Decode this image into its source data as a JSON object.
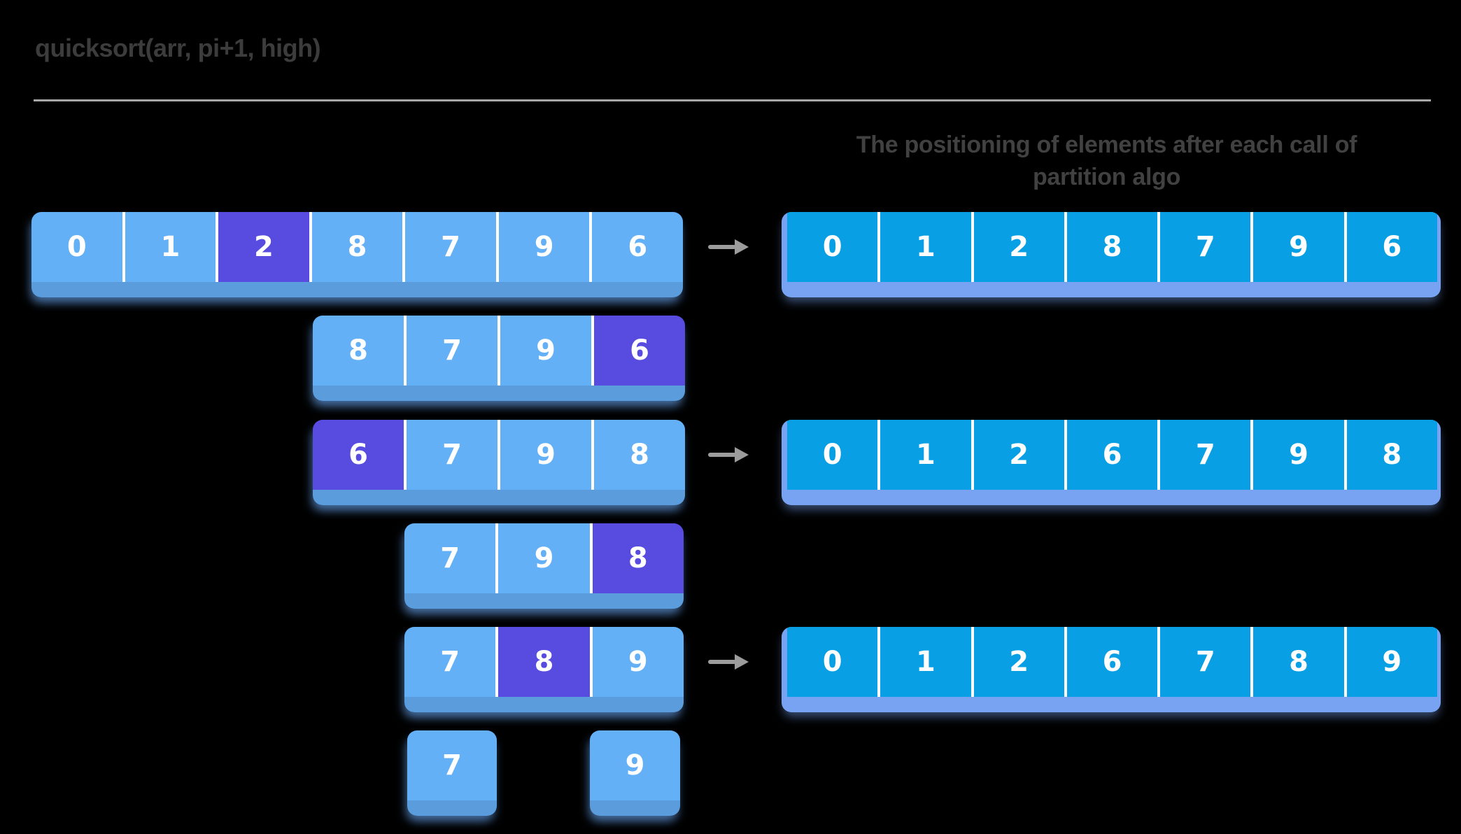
{
  "title": "quicksort(arr, pi+1, high)",
  "heading": {
    "line1": "The positioning of elements after each call of",
    "line2": "partition algo"
  },
  "icons": {
    "arrow_right": "→"
  },
  "colors": {
    "background": "#000000",
    "cell_light_blue": "#64b0f6",
    "pivot_purple": "#574be0",
    "result_cell_blue": "#089fe4",
    "left_bar_bottom_shadow": "#5b9cdc",
    "result_bar_bottom_shadow": "#78a3f2",
    "arrow_gray": "#9c9c9c",
    "divider_gray": "#a7a7a7",
    "text_dark_gray": "#3c3c3c",
    "cell_text_white": "#ffffff"
  },
  "rows": [
    {
      "left": {
        "values": [
          "0",
          "1",
          "2",
          "8",
          "7",
          "9",
          "6"
        ],
        "pivot_index": 2
      },
      "right": {
        "values": [
          "0",
          "1",
          "2",
          "8",
          "7",
          "9",
          "6"
        ]
      }
    },
    {
      "left": {
        "values": [
          "8",
          "7",
          "9",
          "6"
        ],
        "pivot_index": 3
      }
    },
    {
      "left": {
        "values": [
          "6",
          "7",
          "9",
          "8"
        ],
        "pivot_index": 0
      },
      "right": {
        "values": [
          "0",
          "1",
          "2",
          "6",
          "7",
          "9",
          "8"
        ]
      }
    },
    {
      "left": {
        "values": [
          "7",
          "9",
          "8"
        ],
        "pivot_index": 2
      }
    },
    {
      "left": {
        "values": [
          "7",
          "8",
          "9"
        ],
        "pivot_index": 1
      },
      "right": {
        "values": [
          "0",
          "1",
          "2",
          "6",
          "7",
          "8",
          "9"
        ]
      }
    },
    {
      "singles": [
        {
          "value": "7"
        },
        {
          "value": "9"
        }
      ]
    }
  ]
}
